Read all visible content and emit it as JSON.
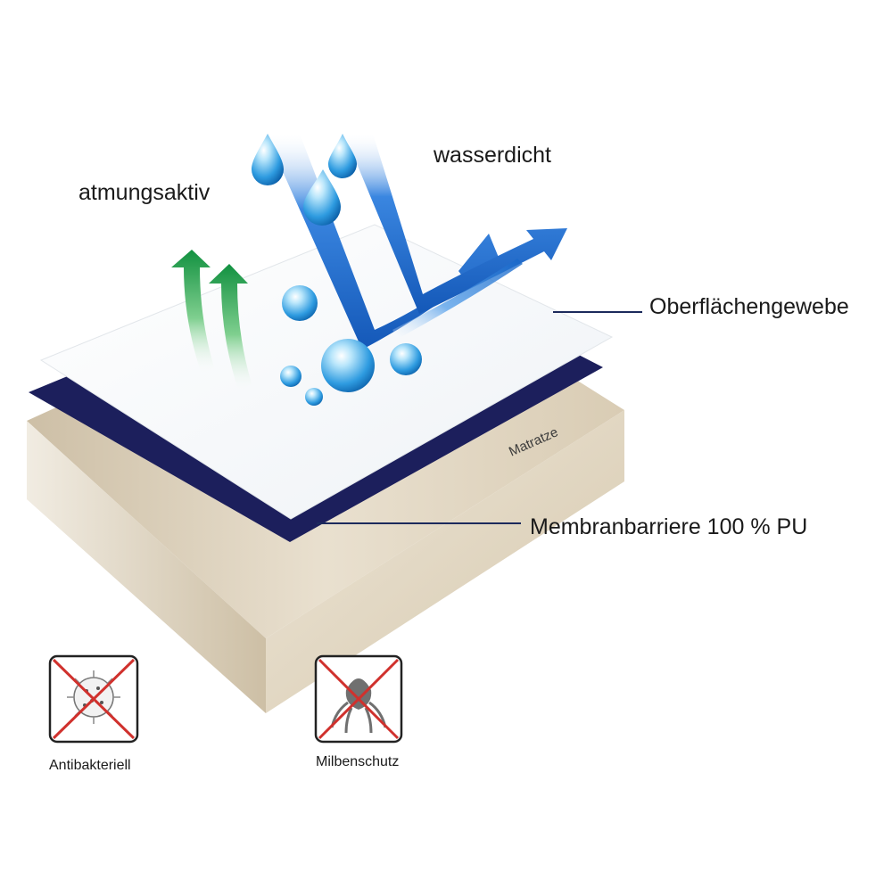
{
  "labels": {
    "breathable": "atmungsaktiv",
    "waterproof": "wasserdicht",
    "surface_fabric": "Oberflächengewebe",
    "membrane": "Membranbarriere 100 % PU",
    "mattress": "Matratze"
  },
  "badges": [
    {
      "label": "Antibakteriell",
      "icon": "bacteria-crossed-icon"
    },
    {
      "label": "Milbenschutz",
      "icon": "mite-crossed-icon"
    }
  ],
  "colors": {
    "navy_membrane": "#1c1f5c",
    "mattress_beige": "#d8ccb6",
    "water_blue": "#1e6fd0",
    "air_green": "#1f9a45",
    "cross_red": "#d0312d",
    "leader_line": "#1c2a5c"
  }
}
